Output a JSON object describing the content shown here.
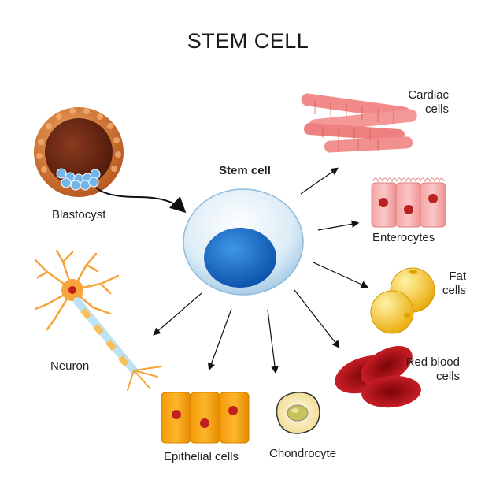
{
  "title": "STEM CELL",
  "labels": {
    "stem_cell": "Stem cell",
    "blastocyst": "Blastocyst",
    "cardiac_line1": "Cardiac",
    "cardiac_line2": "cells",
    "enterocytes": "Enterocytes",
    "fat_line1": "Fat",
    "fat_line2": "cells",
    "red_blood_line1": "Red blood",
    "red_blood_line2": "cells",
    "neuron": "Neuron",
    "epithelial": "Epithelial cells",
    "chondrocyte": "Chondrocyte"
  },
  "colors": {
    "stem_cell_body": "#d8ecf7",
    "stem_cell_nucleus": "#1a6fc9",
    "blastocyst": "#c9702e",
    "cardiac": "#f08080",
    "enterocyte": "#f6a3a3",
    "fat": "#f7c832",
    "red_blood": "#c8141e",
    "neuron": "#f7a43a",
    "epithelial": "#f7a010",
    "chondrocyte": "#f7edc4"
  }
}
